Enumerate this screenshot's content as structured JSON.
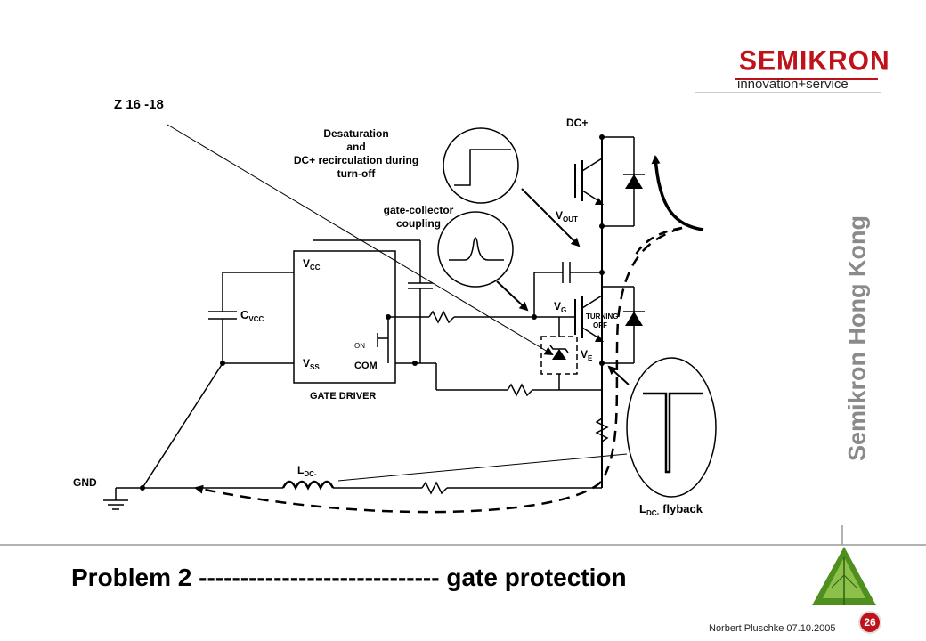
{
  "header": {
    "logo_word": "SEMIKRON",
    "logo_tagline": "innovation+service",
    "brand_vertical": "Semikron Hong Kong"
  },
  "title": "Problem 2 ----------------------------- gate protection",
  "footer": {
    "author_date": "Norbert Pluschke  07.10.2005",
    "page_number": "26"
  },
  "diagram": {
    "callout_ref": "Z 16 -18",
    "annotation_desaturation": [
      "Desaturation",
      "and",
      "DC+ recirculation during",
      "turn-off"
    ],
    "annotation_coupling": [
      "gate-collector",
      "coupling"
    ],
    "dc_plus": "DC+",
    "gnd": "GND",
    "gate_driver": "GATE DRIVER",
    "vcc_main": "V",
    "vcc_sub": "CC",
    "vss_main": "V",
    "vss_sub": "SS",
    "com": "COM",
    "on": "ON",
    "cvcc_main": "C",
    "cvcc_sub": "VCC",
    "vout_main": "V",
    "vout_sub": "OUT",
    "vg_main": "V",
    "vg_sub": "G",
    "ve_main": "V",
    "ve_sub": "E",
    "turning_off": [
      "TURNING",
      "OFF"
    ],
    "ldc_main": "L",
    "ldc_sub": "DC-",
    "ldc_flyback_main": "L",
    "ldc_flyback_sub": "DC-",
    "flyback": "flyback"
  },
  "colors": {
    "brand_red": "#c0121a",
    "brand_grey": "#8a8a8a",
    "tree_green": "#4f8f1f"
  }
}
